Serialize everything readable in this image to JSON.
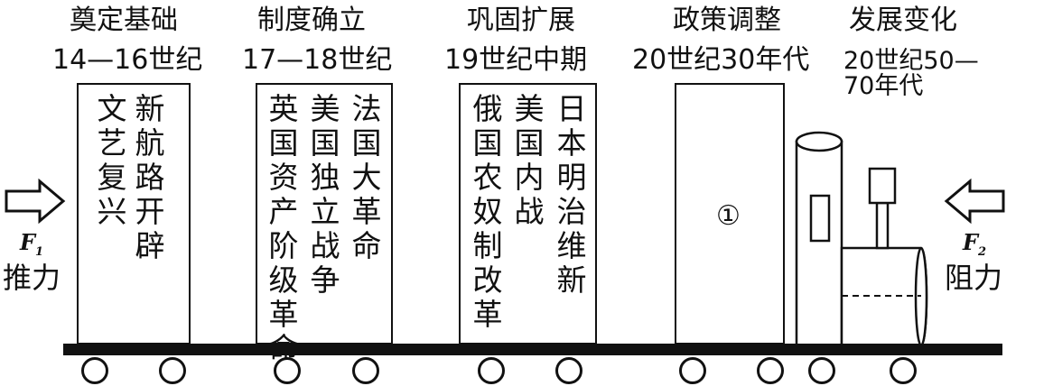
{
  "stages": [
    {
      "title": "奠定基础",
      "time": "14—16世纪",
      "columns": [
        "新航路开辟",
        "文艺复兴"
      ]
    },
    {
      "title": "制度确立",
      "time": "17—18世纪",
      "columns": [
        "法国大革命",
        "美国独立战争",
        "英国资产阶级革命"
      ]
    },
    {
      "title": "巩固扩展",
      "time": "19世纪中期",
      "columns": [
        "日本明治维新",
        "美国内战",
        "俄国农奴制改革"
      ]
    },
    {
      "title": "政策调整",
      "time": "20世纪30年代",
      "columns": [],
      "marker": "①"
    },
    {
      "title": "发展变化",
      "time_line1": "20世纪50—",
      "time_line2": "70年代"
    }
  ],
  "forces": {
    "left": {
      "symbol": "F",
      "subscript": "1",
      "label": "推力"
    },
    "right": {
      "symbol": "F",
      "subscript": "2",
      "label": "阻力"
    }
  }
}
